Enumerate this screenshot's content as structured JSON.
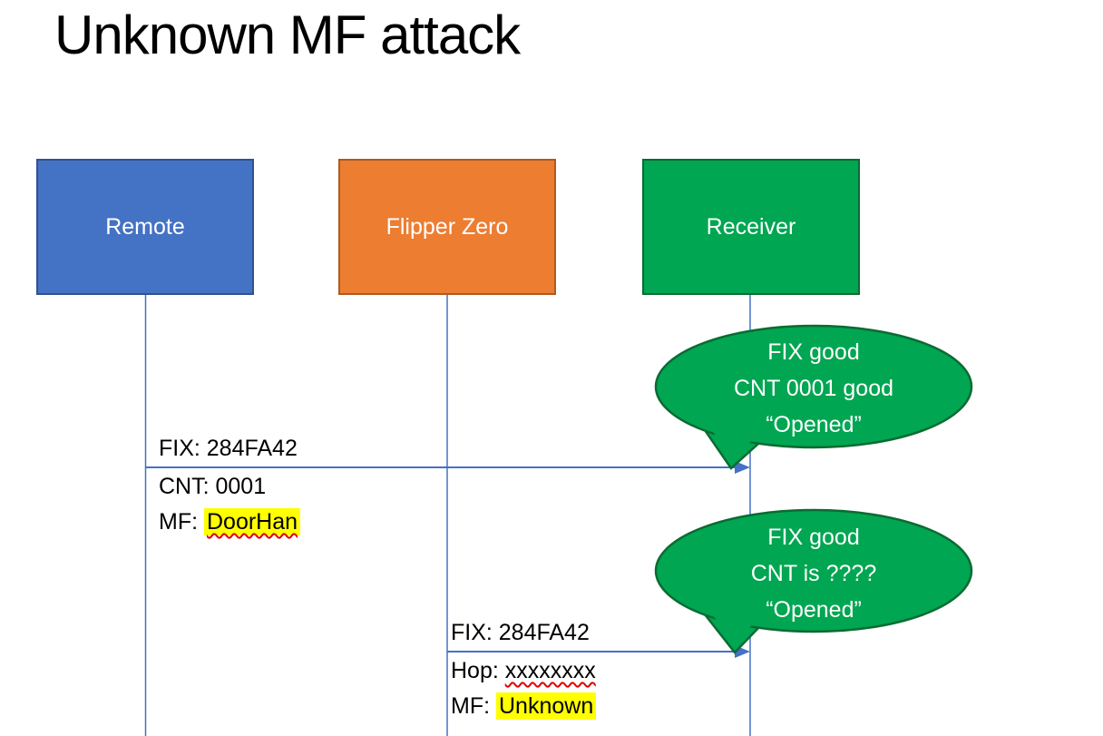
{
  "title": "Unknown MF attack",
  "actors": [
    {
      "id": "remote",
      "label": "Remote",
      "color": "#4472C4",
      "border": "#2F528F"
    },
    {
      "id": "flipper",
      "label": "Flipper Zero",
      "color": "#ED7D31",
      "border": "#AE5A21"
    },
    {
      "id": "receiver",
      "label": "Receiver",
      "color": "#00A651",
      "border": "#0B6B33"
    }
  ],
  "messages": [
    {
      "from": "Remote",
      "to": "Receiver",
      "line1": "FIX: 284FA42",
      "line2": "CNT: 0001",
      "line3_prefix": "MF: ",
      "line3_value": "DoorHan"
    },
    {
      "from": "Flipper Zero",
      "to": "Receiver",
      "line1": "FIX: 284FA42",
      "line2_prefix": "Hop: ",
      "line2_value": "xxxxxxxx",
      "line3_prefix": "MF: ",
      "line3_value": "Unknown"
    }
  ],
  "callouts": [
    {
      "lines": [
        "FIX good",
        "CNT 0001 good",
        "“Opened”"
      ]
    },
    {
      "lines": [
        "FIX good",
        "CNT is ????",
        "“Opened”"
      ]
    }
  ],
  "colors": {
    "connector": "#4472C4",
    "callout_fill": "#00A651",
    "callout_border": "#0B6B33",
    "highlight": "#FFFF00",
    "spellcheck_underline": "#E00000"
  }
}
